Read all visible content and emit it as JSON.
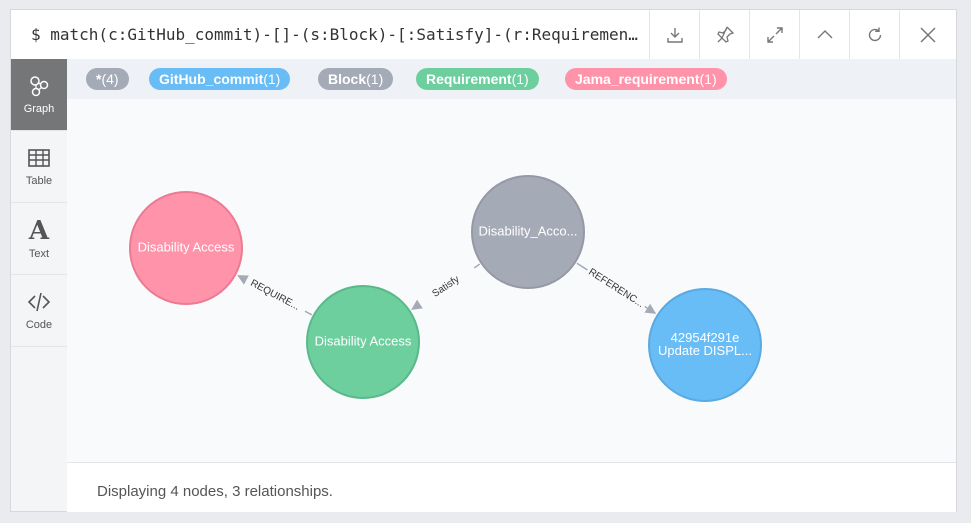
{
  "header": {
    "query": "$ match(c:GitHub_commit)-[]-(s:Block)-[:Satisfy]-(r:Requirement)-[]-(j:Jama_requirement) return c,s,r,j"
  },
  "sidebar": {
    "items": [
      {
        "label": "Graph"
      },
      {
        "label": "Table"
      },
      {
        "label": "Text"
      },
      {
        "label": "Code"
      }
    ]
  },
  "labels": [
    {
      "name": "*",
      "count": "(4)",
      "color": "#a5abb6"
    },
    {
      "name": "GitHub_commit",
      "count": "(1)",
      "color": "#68bdf6"
    },
    {
      "name": "Block",
      "count": "(1)",
      "color": "#a5abb6"
    },
    {
      "name": "Requirement",
      "count": "(1)",
      "color": "#6dce9e"
    },
    {
      "name": "Jama_requirement",
      "count": "(1)",
      "color": "#ff93a9"
    }
  ],
  "graph": {
    "nodes": [
      {
        "id": "jama",
        "lines": [
          "Disability Access"
        ],
        "fill": "#ff93a9",
        "stroke": "#eb7b93"
      },
      {
        "id": "block",
        "lines": [
          "Disability_Acco..."
        ],
        "fill": "#a5abb6",
        "stroke": "#9499a3"
      },
      {
        "id": "req",
        "lines": [
          "Disability Access"
        ],
        "fill": "#6dce9e",
        "stroke": "#5ab98a"
      },
      {
        "id": "commit",
        "lines": [
          "42954f291e",
          "Update DISPL..."
        ],
        "fill": "#68bdf6",
        "stroke": "#5aa9e0"
      }
    ],
    "edges": [
      {
        "from": "req",
        "to": "jama",
        "label": "REQUIRE..."
      },
      {
        "from": "block",
        "to": "req",
        "label": "Satisfy"
      },
      {
        "from": "block",
        "to": "commit",
        "label": "REFERENC..."
      }
    ]
  },
  "footer": {
    "status": "Displaying 4 nodes, 3 relationships."
  }
}
